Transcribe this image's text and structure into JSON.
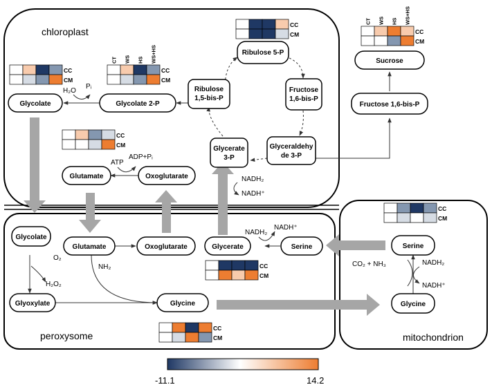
{
  "compartments": {
    "chloroplast": "chloroplast",
    "peroxysome": "peroxysome",
    "mitochondrion": "mitochondrion"
  },
  "nodes": {
    "ribulose5p": "Ribulose 5-P",
    "ribulose15bp_1": "Ribulose",
    "ribulose15bp_2": "1,5-bis-P",
    "fructose16bp_chl_1": "Fructose",
    "fructose16bp_chl_2": "1,6-bis-P",
    "glycerate3p_1": "Glycerate",
    "glycerate3p_2": "3-P",
    "glyceraldehyde3p_1": "Glyceraldehy",
    "glyceraldehyde3p_2": "de 3-P",
    "glycolate2p": "Glycolate 2-P",
    "glycolate_chl": "Glycolate",
    "glutamate_chl": "Glutamate",
    "oxoglutarate_chl": "Oxoglutarate",
    "sucrose": "Sucrose",
    "fructose16bp_cyt": "Fructose 1,6-bis-P",
    "glycolate_per": "Glycolate",
    "glutamate_per": "Glutamate",
    "oxoglutarate_per": "Oxoglutarate",
    "glycerate_per": "Glycerate",
    "serine_per": "Serine",
    "glyoxylate": "Glyoxylate",
    "glycine_per": "Glycine",
    "serine_mito": "Serine",
    "glycine_mito": "Glycine"
  },
  "cofactors": {
    "h2o": "H₂O",
    "pi": "Pᵢ",
    "atp": "ATP",
    "adp_pi": "ADP+Pᵢ",
    "nadh2_a": "NADH₂",
    "nadh_plus_a": "NADH⁺",
    "nadh2_b": "NADH₂",
    "nadh_plus_b": "NADH⁺",
    "o2": "O₂",
    "h2o2": "H₂O₂",
    "nh2": "NH₂",
    "co2_nh3": "CO₂ + NH₃",
    "nadh2_c": "NADH₂",
    "nadh_plus_c": "NADH⁺"
  },
  "heatmaps": {
    "row_labels": [
      "CC",
      "CM"
    ],
    "column_labels": [
      "CT",
      "WS",
      "HS",
      "WS+HS"
    ],
    "colors": {
      "white": "#ffffff",
      "dark_blue": "#1f3864",
      "mid_blue": "#8497b0",
      "light_blue": "#d6dce4",
      "light_orange": "#f8cbad",
      "orange": "#ed7d31",
      "dark_orange": "#c55a11"
    },
    "ribulose5p": [
      [
        "#ffffff",
        "#1f3864",
        "#1f3864",
        "#f8cbad"
      ],
      [
        "#ffffff",
        "#1f3864",
        "#1f3864",
        "#d6dce4"
      ]
    ],
    "sucrose": [
      [
        "#ffffff",
        "#f8cbad",
        "#ed7d31",
        "#f8cbad"
      ],
      [
        "#ffffff",
        "#ffffff",
        "#8497b0",
        "#ed7d31"
      ]
    ],
    "glycolate2p": [
      [
        "#ffffff",
        "#f8cbad",
        "#1f3864",
        "#8497b0"
      ],
      [
        "#ffffff",
        "#d6dce4",
        "#8497b0",
        "#ed7d31"
      ]
    ],
    "glycolate_chl": [
      [
        "#ffffff",
        "#f8cbad",
        "#1f3864",
        "#8497b0"
      ],
      [
        "#ffffff",
        "#d6dce4",
        "#8497b0",
        "#ed7d31"
      ]
    ],
    "glutamate_chl": [
      [
        "#ffffff",
        "#f8cbad",
        "#8497b0",
        "#d6dce4"
      ],
      [
        "#ffffff",
        "#ffffff",
        "#d6dce4",
        "#ed7d31"
      ]
    ],
    "mito_serine": [
      [
        "#ffffff",
        "#8497b0",
        "#1f3864",
        "#8497b0"
      ],
      [
        "#ffffff",
        "#d6dce4",
        "#ffffff",
        "#d6dce4"
      ]
    ],
    "glycerate_per": [
      [
        "#ffffff",
        "#1f3864",
        "#1f3864",
        "#1f3864"
      ],
      [
        "#ffffff",
        "#ed7d31",
        "#f8cbad",
        "#ed7d31"
      ]
    ],
    "glycine_per": [
      [
        "#ffffff",
        "#ed7d31",
        "#1f3864",
        "#ed7d31"
      ],
      [
        "#ffffff",
        "#d6dce4",
        "#ed7d31",
        "#8497b0"
      ]
    ]
  },
  "legend": {
    "min_label": "-11.1",
    "max_label": "14.2",
    "gradient_start": "#1f3864",
    "gradient_mid": "#ffffff",
    "gradient_end": "#ed7d31"
  },
  "style_colors": {
    "line": "#000000",
    "big_arrow": "#a6a6a6",
    "thin_arrow": "#595959"
  }
}
